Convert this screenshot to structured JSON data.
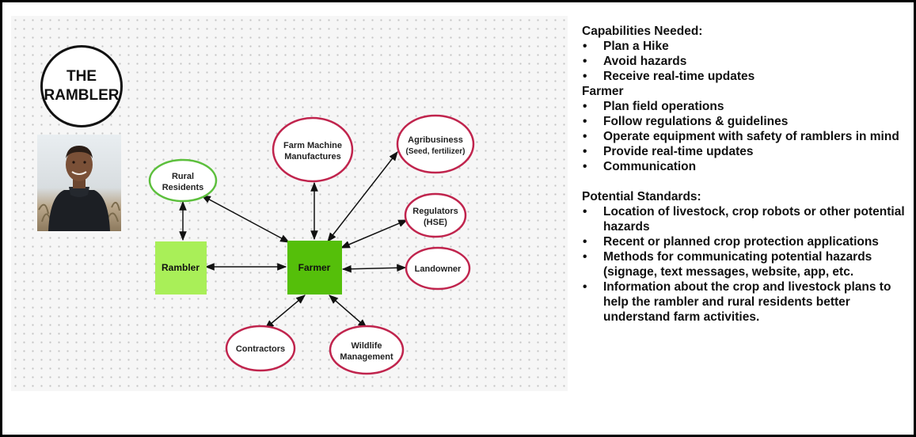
{
  "persona": {
    "title_line1": "THE",
    "title_line2": "RAMBLER"
  },
  "colors": {
    "crimson": "#c0244d",
    "green_circle": "#5cbf3c",
    "rambler_box": "#a9ef58",
    "farmer_box": "#55bf0a"
  },
  "nodes": {
    "rambler": "Rambler",
    "farmer": "Farmer",
    "rural_residents": [
      "Rural",
      "Residents"
    ],
    "farm_machine": [
      "Farm Machine",
      "Manufactures"
    ],
    "agribusiness": [
      "Agribusiness",
      "(Seed, fertilizer)"
    ],
    "regulators": [
      "Regulators",
      "(HSE)"
    ],
    "landowner": "Landowner",
    "contractors": "Contractors",
    "wildlife": [
      "Wildlife",
      "Management"
    ]
  },
  "panel": {
    "capabilities_heading": "Capabilities Needed:",
    "capabilities": [
      "Plan a Hike",
      "Avoid hazards",
      "Receive real-time updates"
    ],
    "farmer_heading": "Farmer",
    "farmer_items": [
      "Plan field operations",
      "Follow regulations & guidelines",
      "Operate equipment with safety of ramblers in mind",
      "Provide real-time updates",
      "Communication"
    ],
    "standards_heading": "Potential Standards:",
    "standards": [
      "Location of livestock, crop robots or other potential hazards",
      "Recent or planned crop protection applications",
      "Methods for communicating potential hazards (signage, text messages, website, app, etc.",
      "Information about the crop and livestock plans to help the rambler and rural residents better understand farm activities."
    ]
  }
}
